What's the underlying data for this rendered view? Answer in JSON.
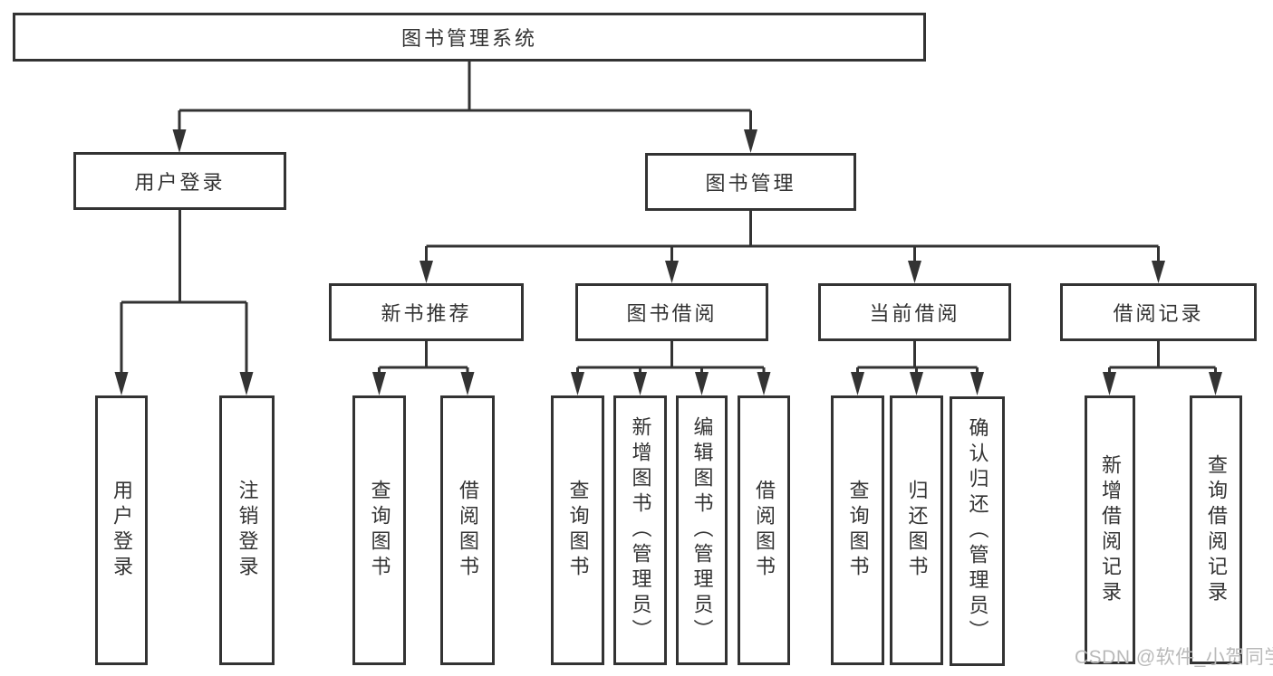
{
  "diagram_title": "图书管理系统",
  "tree": {
    "root": {
      "label": "图书管理系统"
    },
    "branches": [
      {
        "label": "用户登录",
        "children": [
          {
            "label": "用户登录"
          },
          {
            "label": "注销登录"
          }
        ]
      },
      {
        "label": "图书管理",
        "children": [
          {
            "label": "新书推荐",
            "children": [
              {
                "label": "查询图书"
              },
              {
                "label": "借阅图书"
              }
            ]
          },
          {
            "label": "图书借阅",
            "children": [
              {
                "label": "查询图书"
              },
              {
                "label": "新增图书（管理员）"
              },
              {
                "label": "编辑图书（管理员）"
              },
              {
                "label": "借阅图书"
              }
            ]
          },
          {
            "label": "当前借阅",
            "children": [
              {
                "label": "查询图书"
              },
              {
                "label": "归还图书"
              },
              {
                "label": "确认归还（管理员）"
              }
            ]
          },
          {
            "label": "借阅记录",
            "children": [
              {
                "label": "新增借阅记录"
              },
              {
                "label": "查询借阅记录"
              }
            ]
          }
        ]
      }
    ]
  },
  "watermark": {
    "text": "CSDN @软件_小贺同学"
  },
  "colors": {
    "line": "#333333",
    "text": "#333333",
    "watermark": "#b9b9b9",
    "background": "#ffffff"
  }
}
